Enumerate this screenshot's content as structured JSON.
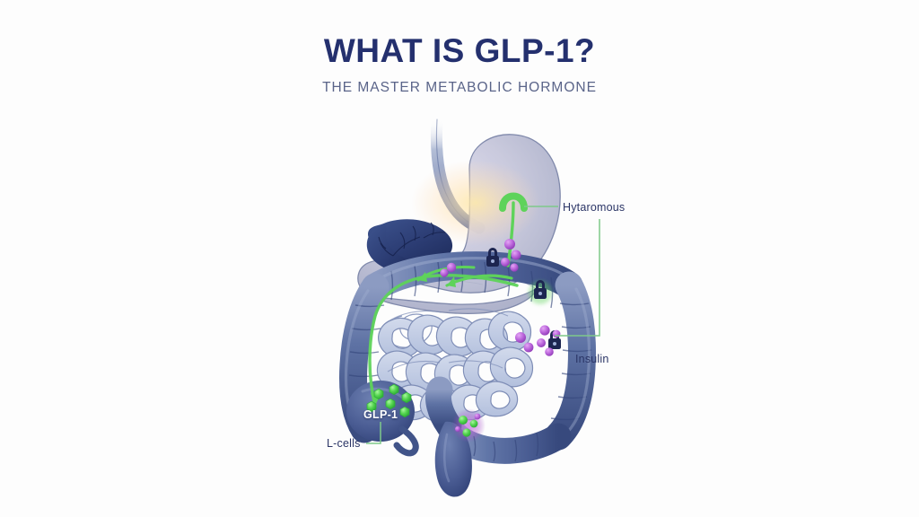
{
  "header": {
    "title": "WHAT IS GLP-1?",
    "subtitle": "THE MASTER METABOLIC HORMONE"
  },
  "colors": {
    "background": "#fdfdfd",
    "title_navy": "#24306e",
    "subtitle_slate": "#5a6489",
    "label_navy": "#2b3566",
    "colon_blue": "#5b6fa3",
    "colon_dark_blue": "#3d4f82",
    "small_intestine": "#c3cde4",
    "stomach_grey": "#b9bed4",
    "pancreas_blue": "#2f4179",
    "accent_green": "#5ed35a",
    "molecule_purple": "#b35fd4",
    "lock_navy": "#1c2550",
    "leader_line_green": "#7ec98a"
  },
  "labels": [
    {
      "id": "hytaromous",
      "text": "Hytaromous",
      "target": "stomach-fundus"
    },
    {
      "id": "insulin",
      "text": "Insulin",
      "target": "descending-colon-receptor"
    },
    {
      "id": "lcells",
      "text": "L-cells",
      "target": "lcell-cluster"
    }
  ],
  "organ_labels": [
    {
      "id": "glp1",
      "text": "GLP-1",
      "target": "lcell-cluster"
    }
  ],
  "anatomy": [
    {
      "name": "esophagus",
      "description": "tube descending from top fading into stomach"
    },
    {
      "name": "stomach",
      "description": "translucent grey-lavender sac with warm glow"
    },
    {
      "name": "pancreas",
      "description": "dark blue organ with branching duct, upper left"
    },
    {
      "name": "transverse-colon",
      "description": "horizontal haustrated colon segment"
    },
    {
      "name": "ascending-colon",
      "description": "right vertical haustrated colon"
    },
    {
      "name": "descending-colon",
      "description": "left vertical haustrated colon"
    },
    {
      "name": "small-intestine",
      "description": "light periwinkle coiled loops, center"
    },
    {
      "name": "cecum",
      "description": "rounded pouch lower left holding L-cells"
    },
    {
      "name": "sigmoid-colon",
      "description": "lower curved segment with glowing cluster"
    },
    {
      "name": "rectum",
      "description": "terminal bulb at bottom center"
    }
  ],
  "markers": {
    "lock_icons": 3,
    "green_particles": 9,
    "purple_molecules": 12,
    "green_pathway_arrows": 3
  },
  "icons": {
    "lock": "lock-icon",
    "arrow": "arrow-icon",
    "molecule": "molecule-icon",
    "particle": "particle-icon"
  }
}
